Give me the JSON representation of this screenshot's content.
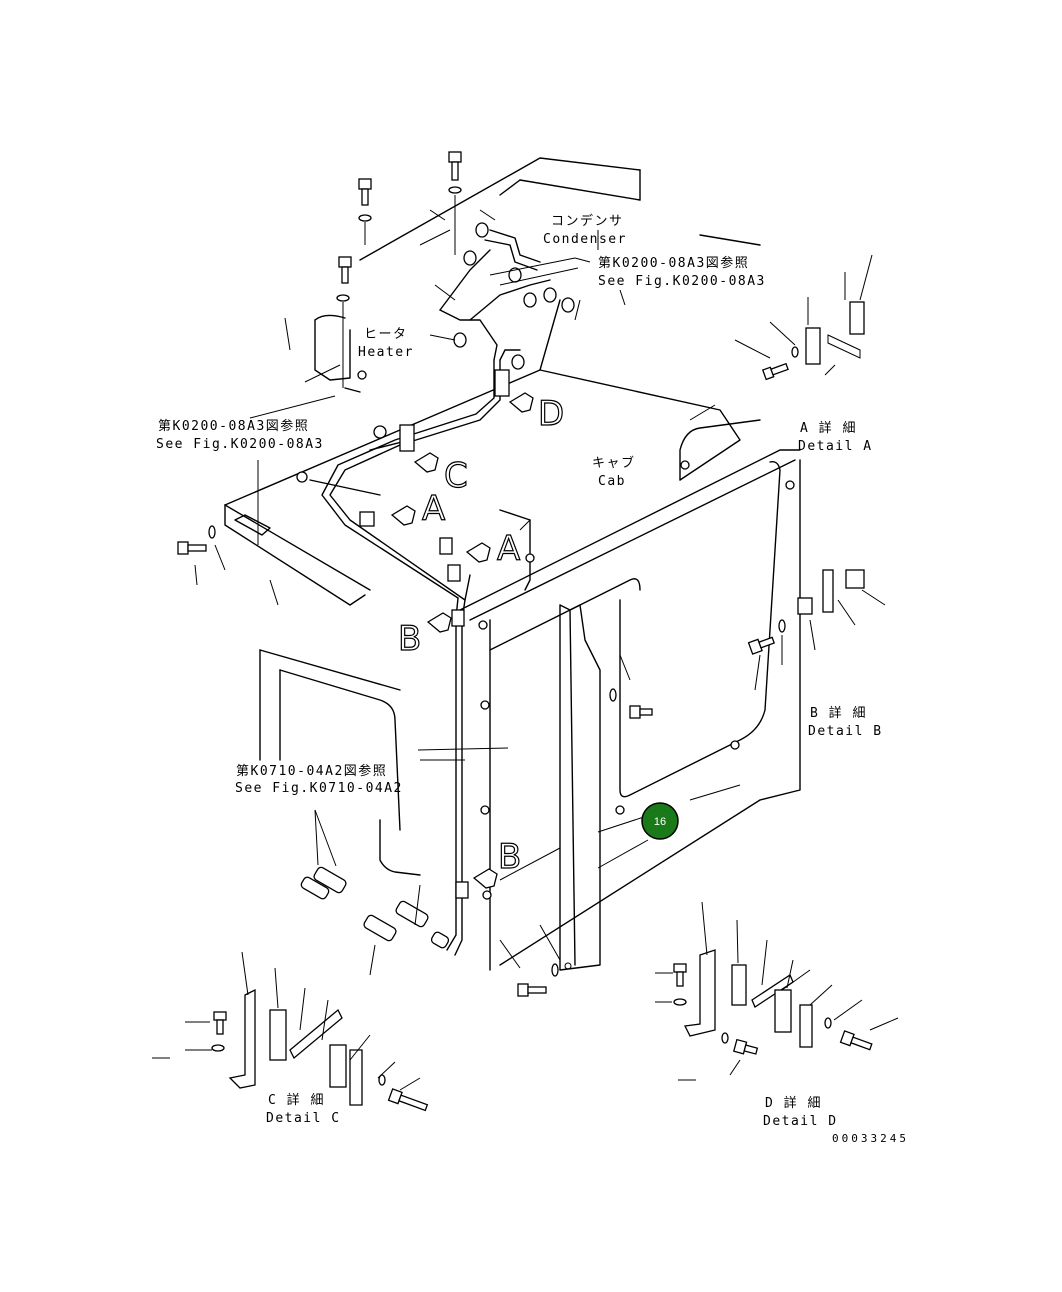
{
  "labels": {
    "condenser_jp": "コンデンサ",
    "condenser_en": "Condenser",
    "heater_jp": "ヒータ",
    "heater_en": "Heater",
    "cab_jp": "キャブ",
    "cab_en": "Cab",
    "ref_right_jp": "第K0200-08A3図参照",
    "ref_right_en": "See Fig.K0200-08A3",
    "ref_left_jp": "第K0200-08A3図参照",
    "ref_left_en": "See Fig.K0200-08A3",
    "ref_bottom_jp": "第K0710-04A2図参照",
    "ref_bottom_en": "See Fig.K0710-04A2",
    "detail_a_jp": "A 詳 細",
    "detail_a_en": "Detail A",
    "detail_b_jp": "B 詳 細",
    "detail_b_en": "Detail B",
    "detail_c_jp": "C 詳 細",
    "detail_c_en": "Detail C",
    "detail_d_jp": "D 詳 細",
    "detail_d_en": "Detail D",
    "drawing_number": "00033245"
  },
  "arrow_letters": {
    "d": "D",
    "c": "C",
    "a1": "A",
    "a2": "A",
    "b1": "B",
    "b2": "B"
  },
  "callout": {
    "number": "16",
    "color": "#1a7a1a"
  }
}
